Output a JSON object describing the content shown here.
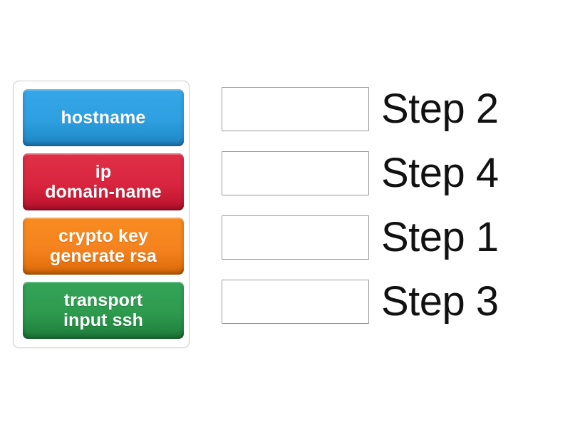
{
  "activity": {
    "type": "drag-and-drop-ordering",
    "background_color": "#ffffff"
  },
  "tile_tray": {
    "border_color": "#cfcfcf",
    "tiles": [
      {
        "label": "hostname",
        "color": "#2e9fe0",
        "color_name": "blue"
      },
      {
        "label": "ip\ndomain-name",
        "color": "#d9253f",
        "color_name": "red"
      },
      {
        "label": "crypto key\ngenerate rsa",
        "color": "#f5821f",
        "color_name": "orange"
      },
      {
        "label": "transport\ninput ssh",
        "color": "#2e9a4e",
        "color_name": "green"
      }
    ]
  },
  "answer_rows": [
    {
      "drop_value": "",
      "step_label": "Step 2"
    },
    {
      "drop_value": "",
      "step_label": "Step 4"
    },
    {
      "drop_value": "",
      "step_label": "Step 1"
    },
    {
      "drop_value": "",
      "step_label": "Step 3"
    }
  ],
  "styles": {
    "drop_zone_border": "#9a9a9a",
    "step_text_color": "#111111",
    "tile_text_color": "#ffffff"
  }
}
